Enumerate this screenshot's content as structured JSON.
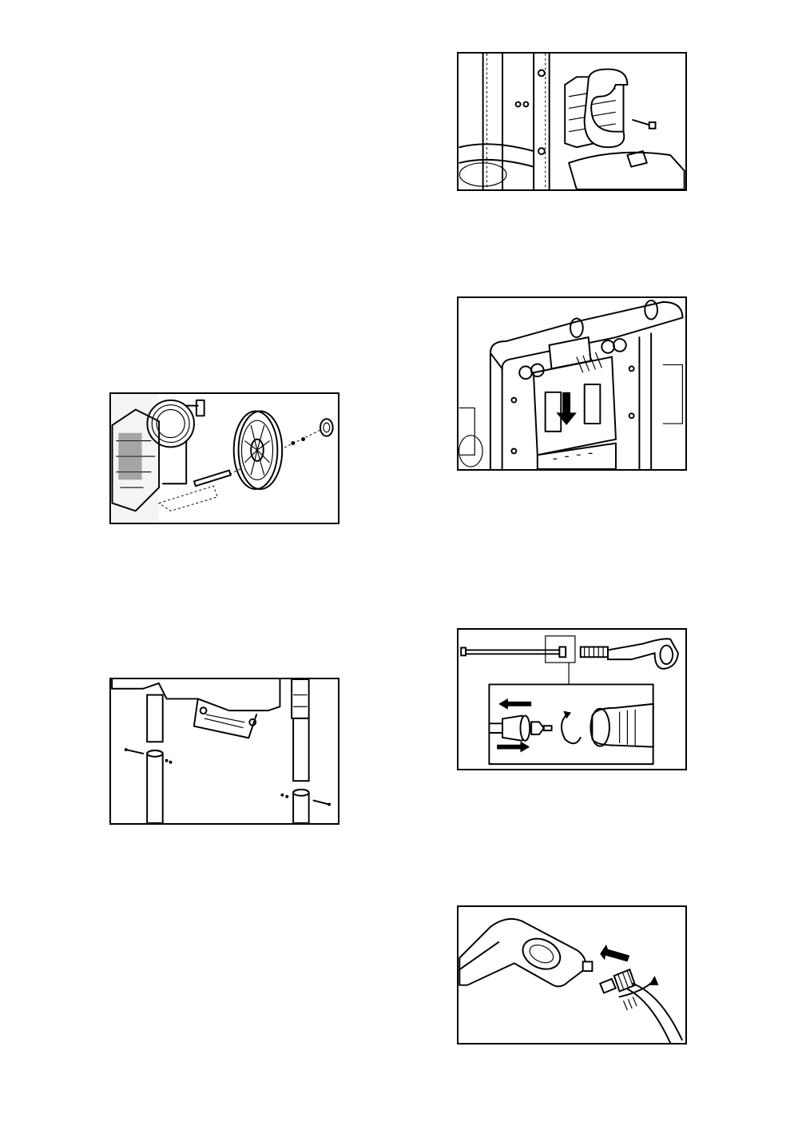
{
  "figures": [
    {
      "id": "fig-wheel",
      "icon": "wheel-axle-assembly-illustration"
    },
    {
      "id": "fig-legs",
      "icon": "leg-pin-assembly-illustration"
    },
    {
      "id": "fig-holder",
      "icon": "hose-holder-bracket-illustration"
    },
    {
      "id": "fig-frame",
      "icon": "frame-panel-insert-illustration"
    },
    {
      "id": "fig-lance",
      "icon": "lance-gun-connection-illustration"
    },
    {
      "id": "fig-hose",
      "icon": "gun-hose-connection-illustration"
    }
  ]
}
